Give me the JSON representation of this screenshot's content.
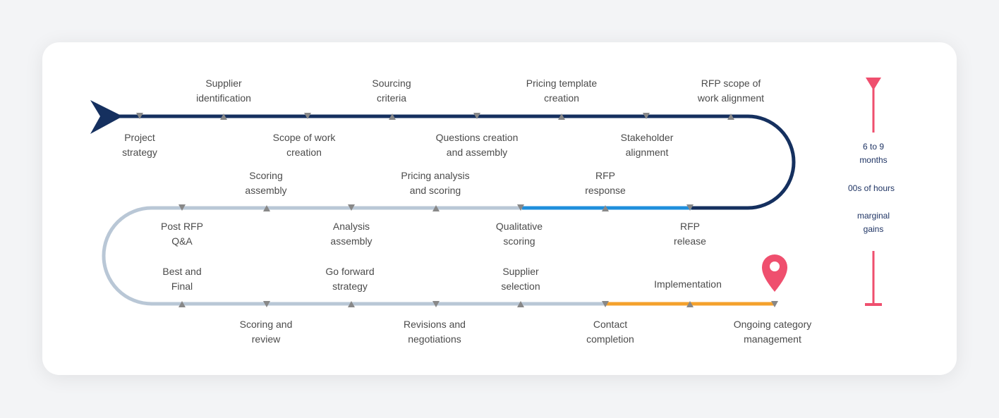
{
  "steps": [
    {
      "id": "project-strategy",
      "label": "Project\nstrategy"
    },
    {
      "id": "supplier-identification",
      "label": "Supplier\nidentification"
    },
    {
      "id": "scope-of-work-creation",
      "label": "Scope of work\ncreation"
    },
    {
      "id": "sourcing-criteria",
      "label": "Sourcing\ncriteria"
    },
    {
      "id": "questions-creation",
      "label": "Questions creation\nand assembly"
    },
    {
      "id": "pricing-template-creation",
      "label": "Pricing template\ncreation"
    },
    {
      "id": "stakeholder-alignment",
      "label": "Stakeholder\nalignment"
    },
    {
      "id": "rfp-scope-alignment",
      "label": "RFP scope of\nwork alignment"
    },
    {
      "id": "rfp-release",
      "label": "RFP\nrelease"
    },
    {
      "id": "rfp-response",
      "label": "RFP\nresponse"
    },
    {
      "id": "qualitative-scoring",
      "label": "Qualitative\nscoring"
    },
    {
      "id": "pricing-analysis",
      "label": "Pricing analysis\nand scoring"
    },
    {
      "id": "analysis-assembly",
      "label": "Analysis\nassembly"
    },
    {
      "id": "scoring-assembly",
      "label": "Scoring\nassembly"
    },
    {
      "id": "post-rfp-qa",
      "label": "Post RFP\nQ&A"
    },
    {
      "id": "best-and-final",
      "label": "Best and\nFinal"
    },
    {
      "id": "scoring-and-review",
      "label": "Scoring and\nreview"
    },
    {
      "id": "go-forward-strategy",
      "label": "Go forward\nstrategy"
    },
    {
      "id": "revisions-negotiations",
      "label": "Revisions and\nnegotiations"
    },
    {
      "id": "supplier-selection",
      "label": "Supplier\nselection"
    },
    {
      "id": "contact-completion",
      "label": "Contact\ncompletion"
    },
    {
      "id": "implementation",
      "label": "Implementation"
    },
    {
      "id": "ongoing-category-management",
      "label": "Ongoing category\nmanagement"
    }
  ],
  "side_panel": {
    "duration": "6 to 9\nmonths",
    "hours": "00s of hours",
    "gains": "marginal\ngains"
  },
  "colors": {
    "navy": "#15305f",
    "blue": "#1f8fdc",
    "gray": "#b9c7d6",
    "orange": "#f4a12c",
    "pink": "#ef4f6e",
    "marker": "#888888"
  },
  "icons": {
    "start": "start-arrowhead-icon",
    "end": "location-pin-icon"
  }
}
